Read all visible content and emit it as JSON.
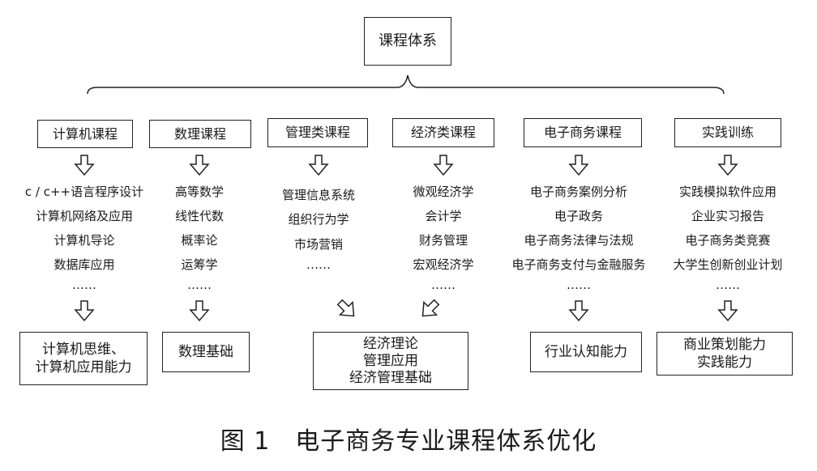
{
  "root": "课程体系",
  "columns": [
    {
      "category": "计算机课程",
      "courses": [
        "c / c++语言程序设计",
        "计算机网络及应用",
        "计算机导论",
        "数据库应用",
        "……"
      ],
      "outcome": [
        "计算机思维、",
        "计算机应用能力"
      ]
    },
    {
      "category": "数理课程",
      "courses": [
        "高等数学",
        "线性代数",
        "概率论",
        "运筹学",
        "……"
      ],
      "outcome": [
        "数理基础"
      ]
    },
    {
      "category": "管理类课程",
      "courses": [
        "管理信息系统",
        "组织行为学",
        "市场营销",
        "……"
      ]
    },
    {
      "category": "经济类课程",
      "courses": [
        "微观经济学",
        "会计学",
        "财务管理",
        "宏观经济学",
        "……"
      ]
    },
    {
      "category": "电子商务课程",
      "courses": [
        "电子商务案例分析",
        "电子政务",
        "电子商务法律与法规",
        "电子商务支付与金融服务",
        "……"
      ],
      "outcome": [
        "行业认知能力"
      ]
    },
    {
      "category": "实践训练",
      "courses": [
        "实践模拟软件应用",
        "企业实习报告",
        "电子商务类竞赛",
        "大学生创新创业计划",
        "……"
      ],
      "outcome": [
        "商业策划能力",
        "实践能力"
      ]
    }
  ],
  "shared_outcome": [
    "经济理论",
    "管理应用",
    "经济管理基础"
  ],
  "caption": "图 1　电子商务专业课程体系优化"
}
